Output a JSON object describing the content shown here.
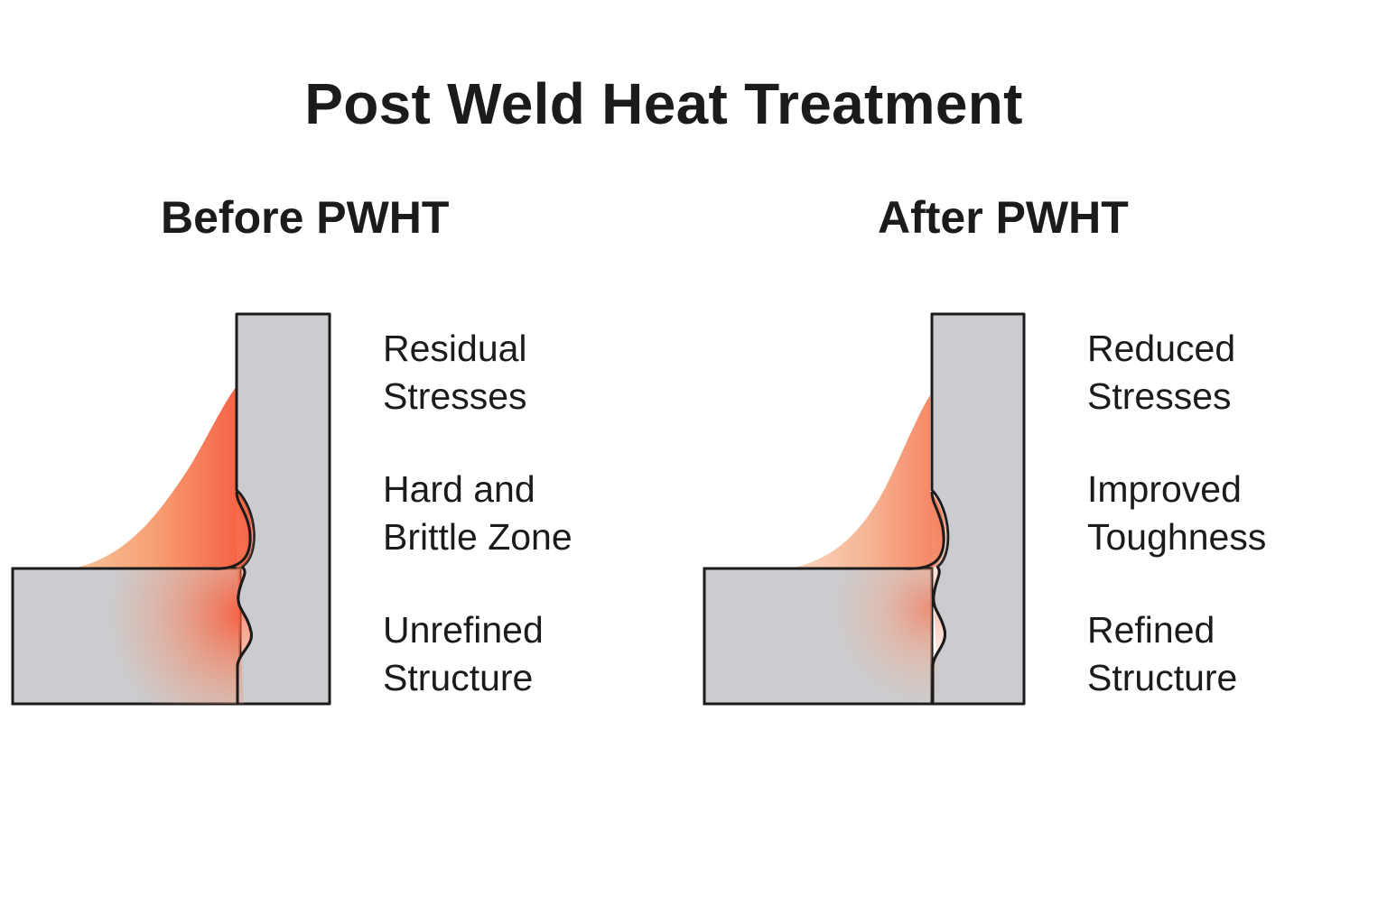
{
  "title": "Post Weld Heat Treatment",
  "panels": {
    "before": {
      "title": "Before PWHT",
      "labels": [
        {
          "line1": "Residual",
          "line2": "Stresses"
        },
        {
          "line1": "Hard and",
          "line2": "Brittle Zone"
        },
        {
          "line1": "Unrefined",
          "line2": "Structure"
        }
      ]
    },
    "after": {
      "title": "After PWHT",
      "labels": [
        {
          "line1": "Reduced",
          "line2": "Stresses"
        },
        {
          "line1": "Improved",
          "line2": "Toughness"
        },
        {
          "line1": "Refined",
          "line2": "Structure"
        }
      ]
    }
  },
  "colors": {
    "plate": "#cbcccf",
    "outline": "#1b1b1b",
    "heat_hot": "#f65c3e",
    "heat_warm": "#f7a579",
    "heat_cool": "#f4c4a6"
  }
}
